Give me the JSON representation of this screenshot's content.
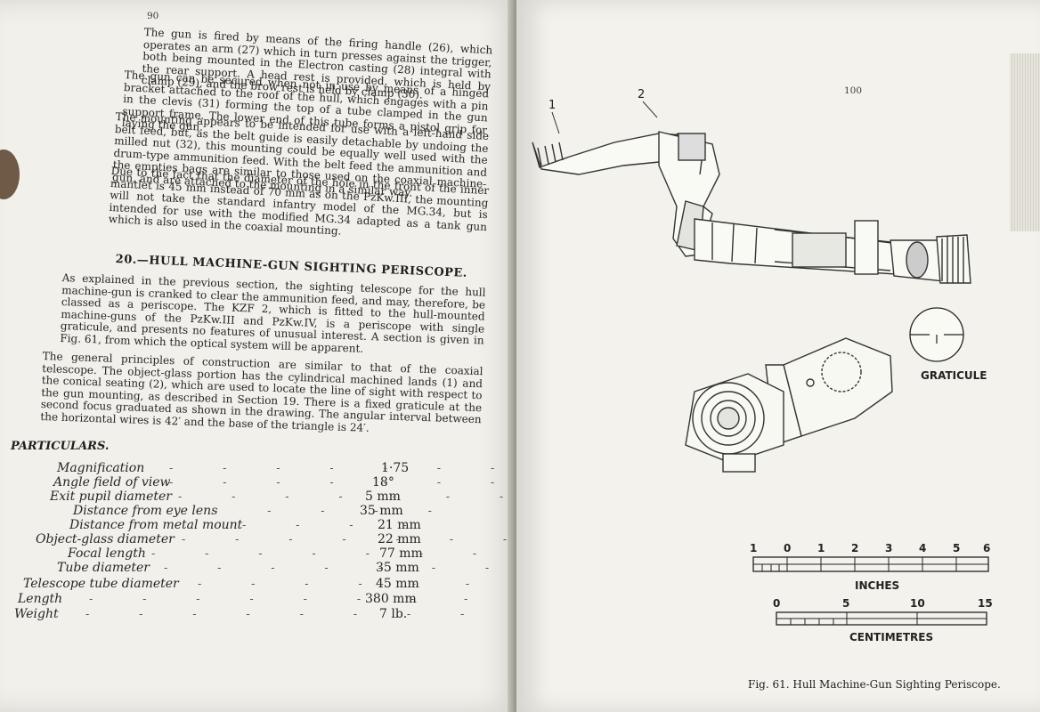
{
  "left_page": {
    "page_number": "90",
    "paragraphs": [
      "The gun is fired by means of the firing handle (26), which operates an arm (27) which in turn presses against the trigger, both being mounted in the Electron casting (28) integral with the rear support. A head rest is provided, which is held by clamp (29), and the brow rest is held by clamp (30).",
      "The gun can be secured when not in use by means of a hinged bracket attached to the roof of the hull, which engages with a pin in the clevis (31) forming the top of a tube clamped in the gun support frame. The lower end of this tube forms a pistol grip for laying the gun.",
      "The mounting appears to be intended for use with a left-hand side belt feed, but, as the belt guide is easily detachable by undoing the milled nut (32), this mounting could be equally well used with the drum-type ammunition feed. With the belt feed the ammunition and the empties bags are similar to those used on the coaxial machine-gun, and are attached to the mounting in a similar way.",
      "Due to the fact that the diameter of the hole in the front of the inner mantlet is 45 mm instead of 70 mm as on the PzKw.III, the mounting will not take the standard infantry model of the MG.34, but is intended for use with the modified MG.34 adapted as a tank gun which is also used in the coaxial mounting."
    ],
    "section_heading": "20.—HULL MACHINE-GUN SIGHTING PERISCOPE.",
    "section_paragraphs": [
      "As explained in the previous section, the sighting telescope for the hull machine-gun is cranked to clear the ammunition feed, and may, therefore, be classed as a periscope. The KZF 2, which is fitted to the hull-mounted machine-guns of the PzKw.III and PzKw.IV, is a periscope with single graticule, and presents no features of unusual interest. A section is given in Fig. 61, from which the optical system will be apparent.",
      "The general principles of construction are similar to that of the coaxial telescope. The object-glass portion has the cylindrical machined lands (1) and the conical seating (2), which are used to locate the line of sight with respect to the gun mounting, as described in Section 19. There is a fixed graticule at the second focus graduated as shown in the drawing. The angular interval between the horizontal wires is 42′ and the base of the triangle is 24′."
    ],
    "particulars_heading": "PARTICULARS.",
    "particulars": [
      {
        "label": "Magnification",
        "value": "1·75"
      },
      {
        "label": "Angle field of view",
        "value": "18°"
      },
      {
        "label": "Exit pupil diameter",
        "value": "5 mm"
      },
      {
        "label": "Distance from eye lens",
        "value": "35 mm"
      },
      {
        "label": "Distance from metal mount",
        "value": "21 mm"
      },
      {
        "label": "Object-glass diameter",
        "value": "22 mm"
      },
      {
        "label": "Focal length",
        "value": "77 mm"
      },
      {
        "label": "Tube diameter",
        "value": "35 mm"
      },
      {
        "label": "Telescope tube diameter",
        "value": "45 mm"
      },
      {
        "label": "Length",
        "value": "380 mm"
      },
      {
        "label": "Weight",
        "value": "7 lb."
      }
    ]
  },
  "right_page": {
    "page_number": "100",
    "callout_1": "1",
    "callout_2": "2",
    "graticule_label": "GRATICULE",
    "inches_label": "INCHES",
    "inches_ticks": [
      "1",
      "0",
      "1",
      "2",
      "3",
      "4",
      "5",
      "6"
    ],
    "cm_label": "CENTIMETRES",
    "cm_ticks": [
      "0",
      "5",
      "10",
      "15"
    ],
    "caption": "Fig. 61.  Hull Machine-Gun Sighting Periscope."
  }
}
